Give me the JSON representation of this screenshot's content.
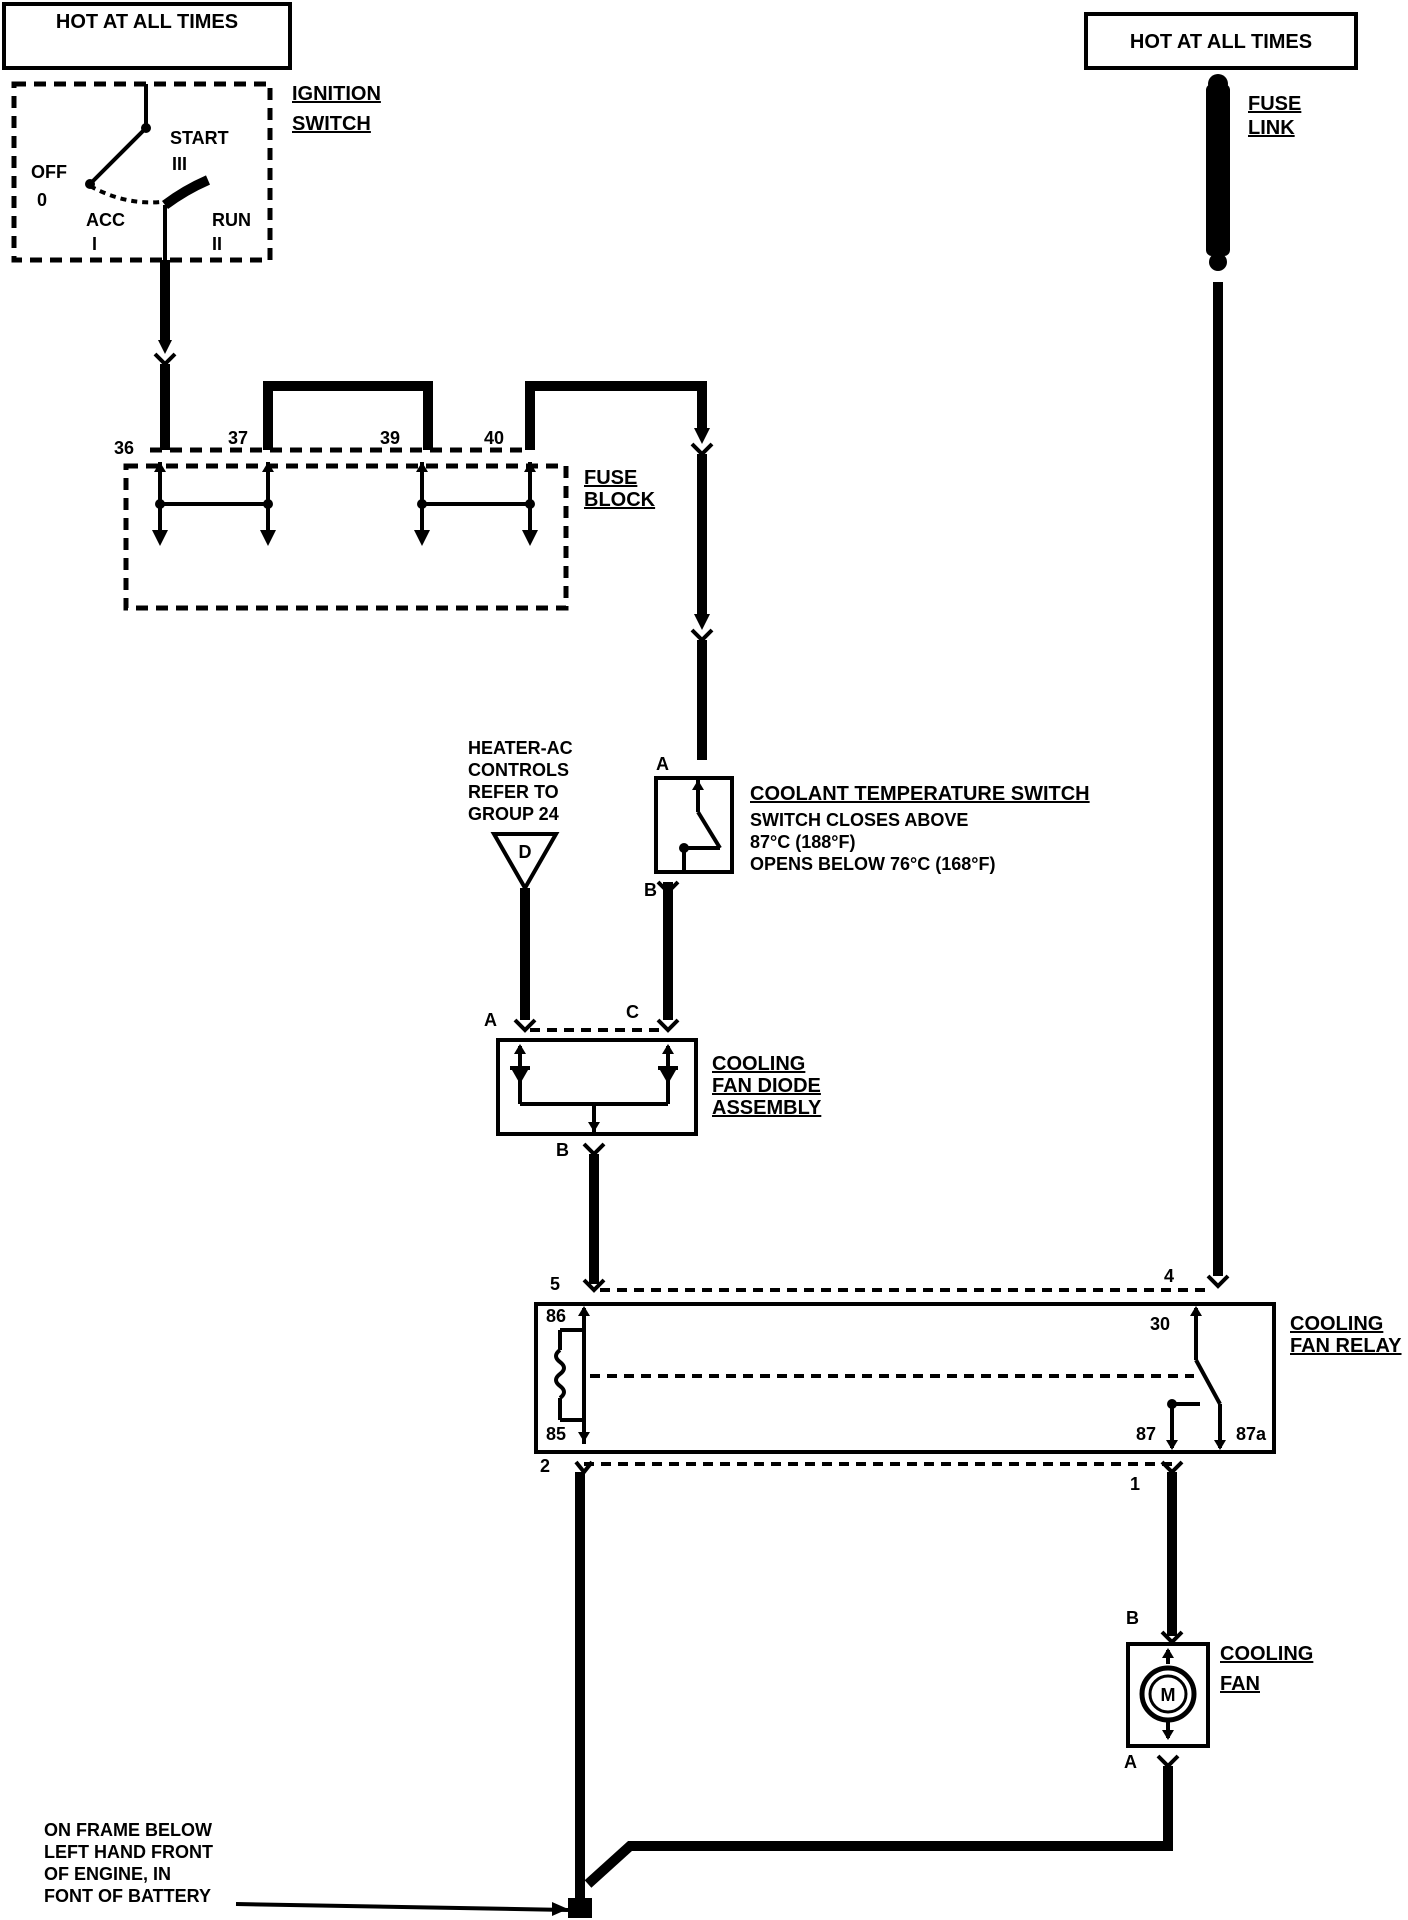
{
  "labels": {
    "hot_left": "HOT AT ALL TIMES",
    "hot_right": "HOT AT ALL TIMES",
    "ignition_switch": [
      "IGNITION",
      "SWITCH"
    ],
    "ignition_positions": {
      "off": "OFF",
      "off_num": "0",
      "start": "START",
      "start_num": "III",
      "acc": "ACC",
      "acc_num": "I",
      "run": "RUN",
      "run_num": "II"
    },
    "fuse_link": [
      "FUSE",
      "LINK"
    ],
    "fuse_block": [
      "FUSE",
      "BLOCK"
    ],
    "fuse_numbers": [
      "36",
      "37",
      "39",
      "40"
    ],
    "heater_ac": [
      "HEATER-AC",
      "CONTROLS",
      "REFER TO",
      "GROUP 24"
    ],
    "connector_d": "D",
    "coolant_switch_title": "COOLANT TEMPERATURE SWITCH",
    "coolant_switch_desc": [
      "SWITCH CLOSES ABOVE",
      "87°C (188°F)",
      "OPENS BELOW 76°C (168°F)"
    ],
    "coolant_pins": {
      "a": "A",
      "b": "B"
    },
    "diode_assembly": [
      "COOLING",
      "FAN DIODE",
      "ASSEMBLY"
    ],
    "diode_pins": {
      "a": "A",
      "c": "C",
      "b": "B"
    },
    "relay": [
      "COOLING",
      "FAN RELAY"
    ],
    "relay_terminals": {
      "t5": "5",
      "t4": "4",
      "t86": "86",
      "t85": "85",
      "t30": "30",
      "t87": "87",
      "t87a": "87a",
      "t2": "2",
      "t1": "1"
    },
    "cooling_fan": [
      "COOLING",
      "FAN"
    ],
    "fan_pins": {
      "b": "B",
      "a": "A"
    },
    "motor": "M",
    "ground": [
      "ON FRAME BELOW",
      "LEFT HAND FRONT",
      "OF ENGINE, IN",
      "FONT OF BATTERY"
    ]
  }
}
